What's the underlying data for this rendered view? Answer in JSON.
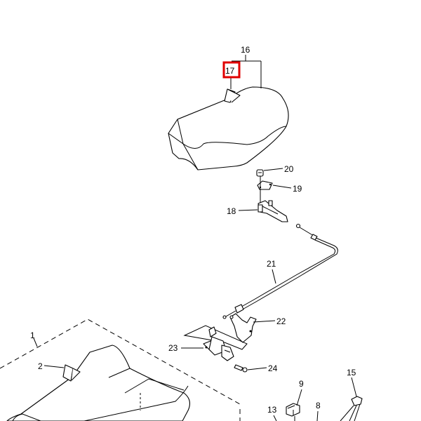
{
  "diagram": {
    "type": "exploded-parts-view",
    "highlight_color": "#e00000",
    "highlighted_callout": "17",
    "callouts": [
      {
        "id": "1",
        "label": "1"
      },
      {
        "id": "2",
        "label": "2"
      },
      {
        "id": "8",
        "label": "8"
      },
      {
        "id": "9",
        "label": "9"
      },
      {
        "id": "13",
        "label": "13"
      },
      {
        "id": "15",
        "label": "15"
      },
      {
        "id": "16",
        "label": "16"
      },
      {
        "id": "17",
        "label": "17"
      },
      {
        "id": "18",
        "label": "18"
      },
      {
        "id": "19",
        "label": "19"
      },
      {
        "id": "20",
        "label": "20"
      },
      {
        "id": "21",
        "label": "21"
      },
      {
        "id": "22",
        "label": "22"
      },
      {
        "id": "23",
        "label": "23"
      },
      {
        "id": "24",
        "label": "24"
      }
    ]
  }
}
